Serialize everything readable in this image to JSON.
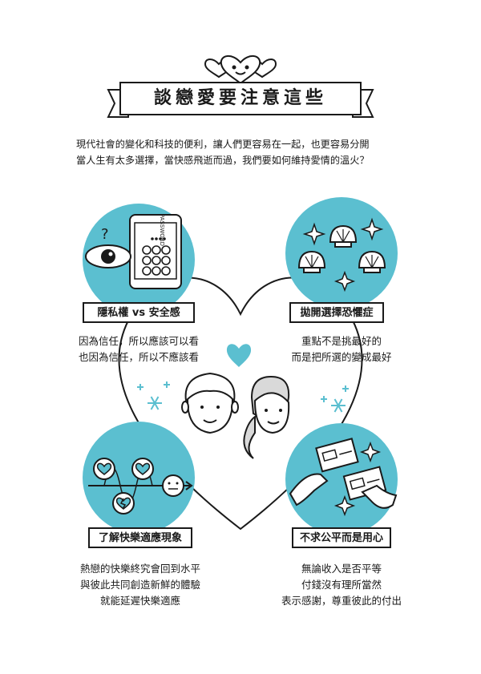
{
  "header": {
    "title": "談戀愛要注意這些",
    "intro": [
      "現代社會的變化和科技的便利，讓人們更容易在一起，也更容易分開",
      "當人生有太多選擇，當快感飛逝而過，我們要如何維持愛情的溫火？"
    ]
  },
  "phone": {
    "password_text": "PASSWORD"
  },
  "sections": [
    {
      "label": "隱私權 vs 安全感",
      "lines": [
        "因為信任，所以應該可以看",
        "也因為信任，所以不應該看"
      ]
    },
    {
      "label": "拋開選擇恐懼症",
      "lines": [
        "重點不是挑最好的",
        "而是把所選的變成最好"
      ]
    },
    {
      "label": "了解快樂適應現象",
      "lines": [
        "熱戀的快樂終究會回到水平",
        "與彼此共同創造新鮮的體驗",
        "就能延遲快樂適應"
      ]
    },
    {
      "label": "不求公平而是用心",
      "lines": [
        "無論收入是否平等",
        "付錢沒有理所當然",
        "表示感謝，尊重彼此的付出"
      ]
    }
  ],
  "colors": {
    "accent": "#5bbfd0",
    "ink": "#1a1a1a"
  }
}
